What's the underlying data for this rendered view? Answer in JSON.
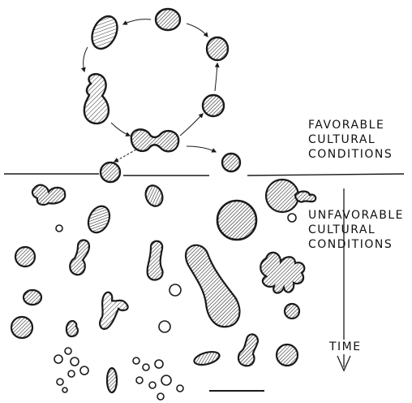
{
  "labels": {
    "favorable": [
      "FAVORABLE",
      "CULTURAL",
      "CONDITIONS"
    ],
    "unfavorable": [
      "UNFAVORABLE",
      "CULTURAL",
      "CONDITIONS"
    ],
    "time": "TIME"
  },
  "colors": {
    "ink": "#1a1a1a",
    "paper": "#ffffff"
  }
}
